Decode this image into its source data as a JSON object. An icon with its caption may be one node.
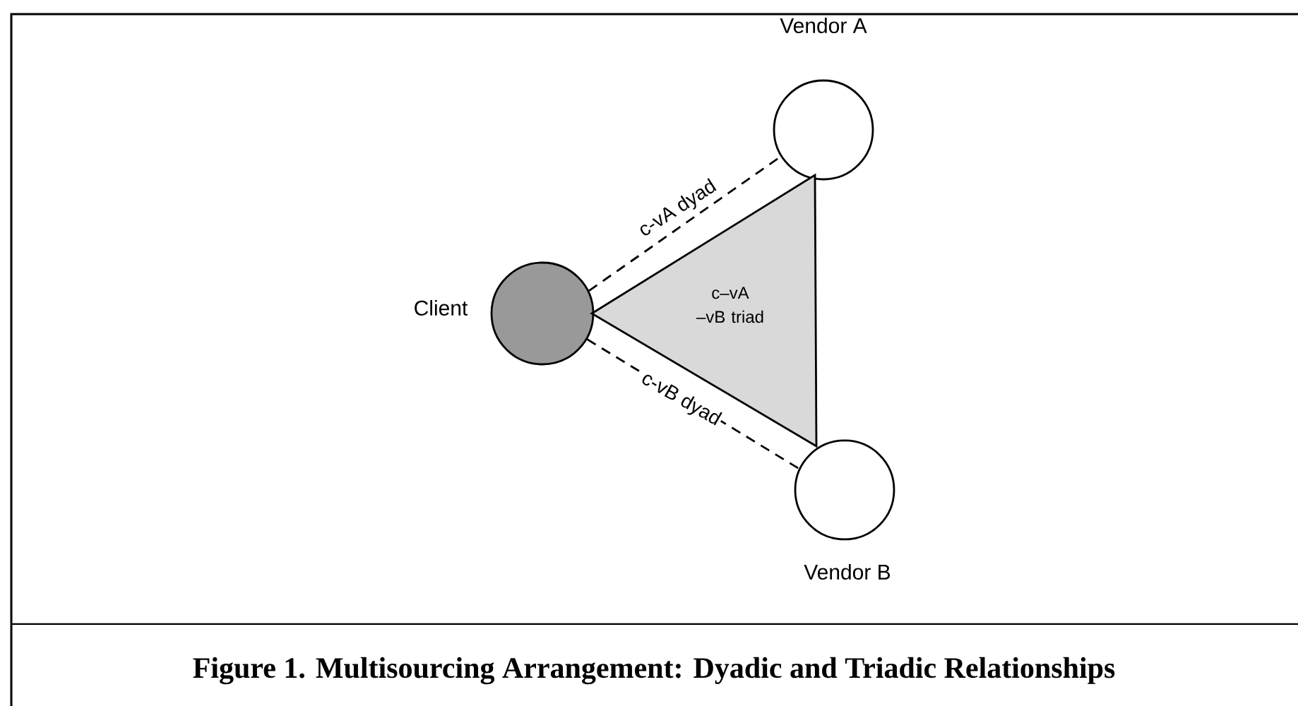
{
  "diagram": {
    "caption": "Figure 1. Multisourcing Arrangement: Dyadic and Triadic Relationships",
    "nodes": [
      {
        "text": [
          "Client"
        ]
      },
      {
        "text": [
          "Vendor A"
        ]
      },
      {
        "text": [
          "Vendor B"
        ]
      },
      {
        "text": [
          "c–vA –vB triad"
        ]
      }
    ],
    "edges": [
      {
        "from": 0,
        "to": 1,
        "arrow": "none",
        "style": "dashed",
        "label": "c-vA dyad"
      },
      {
        "from": 0,
        "to": 2,
        "arrow": "none",
        "style": "dashed",
        "label": "c-vB dyad"
      }
    ]
  }
}
